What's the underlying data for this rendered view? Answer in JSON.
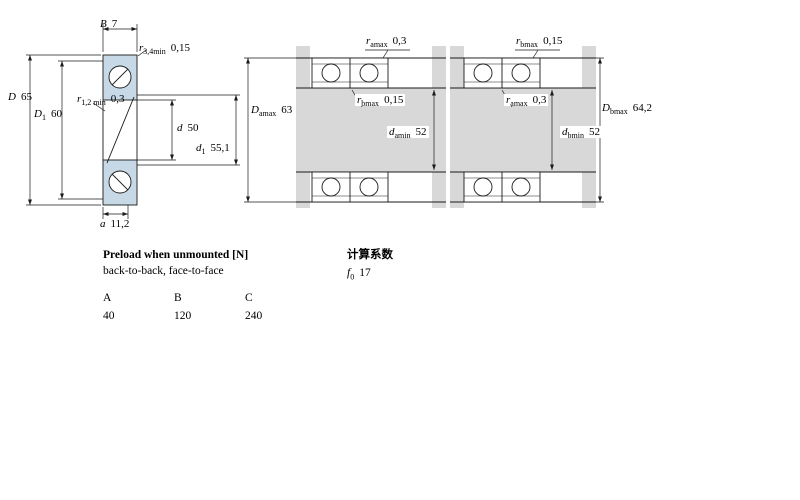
{
  "left": {
    "B": {
      "sym": "B",
      "val": "7"
    },
    "r34": {
      "sym": "r",
      "sub": "3,4min",
      "val": "0,15"
    },
    "D": {
      "sym": "D",
      "val": "65"
    },
    "D1": {
      "sym": "D",
      "sub": "1",
      "val": "60"
    },
    "r12": {
      "sym": "r",
      "sub": "1,2 min",
      "val": "0,3"
    },
    "d": {
      "sym": "d",
      "val": "50"
    },
    "d1": {
      "sym": "d",
      "sub": "1",
      "val": "55,1"
    },
    "a": {
      "sym": "a",
      "val": "11,2"
    }
  },
  "middle": {
    "ra_top": {
      "sym": "r",
      "sub": "amax",
      "val": "0,3"
    },
    "Da": {
      "sym": "D",
      "sub": "amax",
      "val": "63"
    },
    "rb_mid": {
      "sym": "r",
      "sub": "bmax",
      "val": "0,15"
    },
    "da": {
      "sym": "d",
      "sub": "amin",
      "val": "52"
    }
  },
  "right": {
    "rb_top": {
      "sym": "r",
      "sub": "bmax",
      "val": "0,15"
    },
    "ra_mid": {
      "sym": "r",
      "sub": "amax",
      "val": "0,3"
    },
    "Db": {
      "sym": "D",
      "sub": "bmax",
      "val": "64,2"
    },
    "db": {
      "sym": "d",
      "sub": "bmin",
      "val": "52"
    }
  },
  "notes": {
    "preload_title": "Preload when unmounted [N]",
    "preload_sub": "back-to-back, face-to-face",
    "calc_title": "计算系数",
    "f0": {
      "sym": "f",
      "sub": "0",
      "val": "17"
    }
  },
  "preload_table": {
    "headers": [
      "A",
      "B",
      "C"
    ],
    "values": [
      "40",
      "120",
      "240"
    ]
  },
  "colors": {
    "bearing_fill": "#c7d9e6",
    "steel_gray": "#d8d8d8",
    "line": "#1a1a1a"
  }
}
